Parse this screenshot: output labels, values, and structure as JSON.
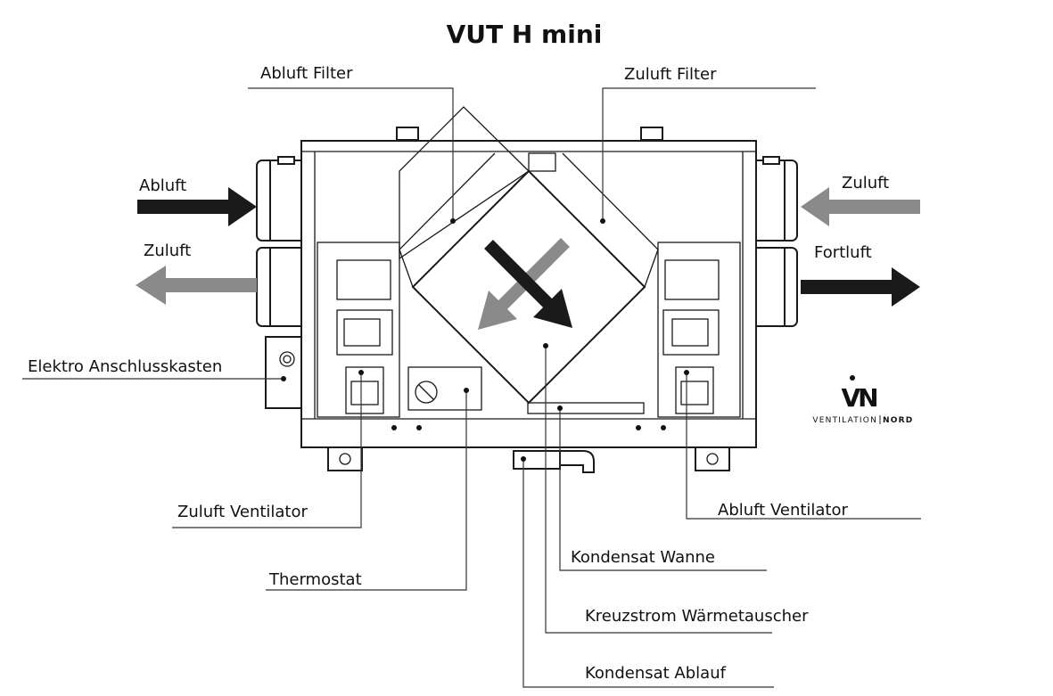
{
  "title": "VUT H mini",
  "labels": {
    "abluft_filter": "Abluft Filter",
    "zuluft_filter": "Zuluft Filter",
    "abluft_in": "Abluft",
    "zuluft_out": "Zuluft",
    "zuluft_in": "Zuluft",
    "fortluft_out": "Fortluft",
    "elektro": "Elektro Anschlusskasten",
    "zuluft_ventilator": "Zuluft Ventilator",
    "abluft_ventilator": "Abluft Ventilator",
    "thermostat": "Thermostat",
    "kondensat_wanne": "Kondensat Wanne",
    "waermetauscher": "Kreuzstrom Wärmetauscher",
    "kondensat_ablauf": "Kondensat Ablauf"
  },
  "logo": {
    "mark": "VN",
    "wordmark_left": "VENTILATION",
    "wordmark_right": "NORD"
  },
  "colors": {
    "dark_arrow": "#1a1a1a",
    "grey_arrow": "#8a8a8a"
  }
}
